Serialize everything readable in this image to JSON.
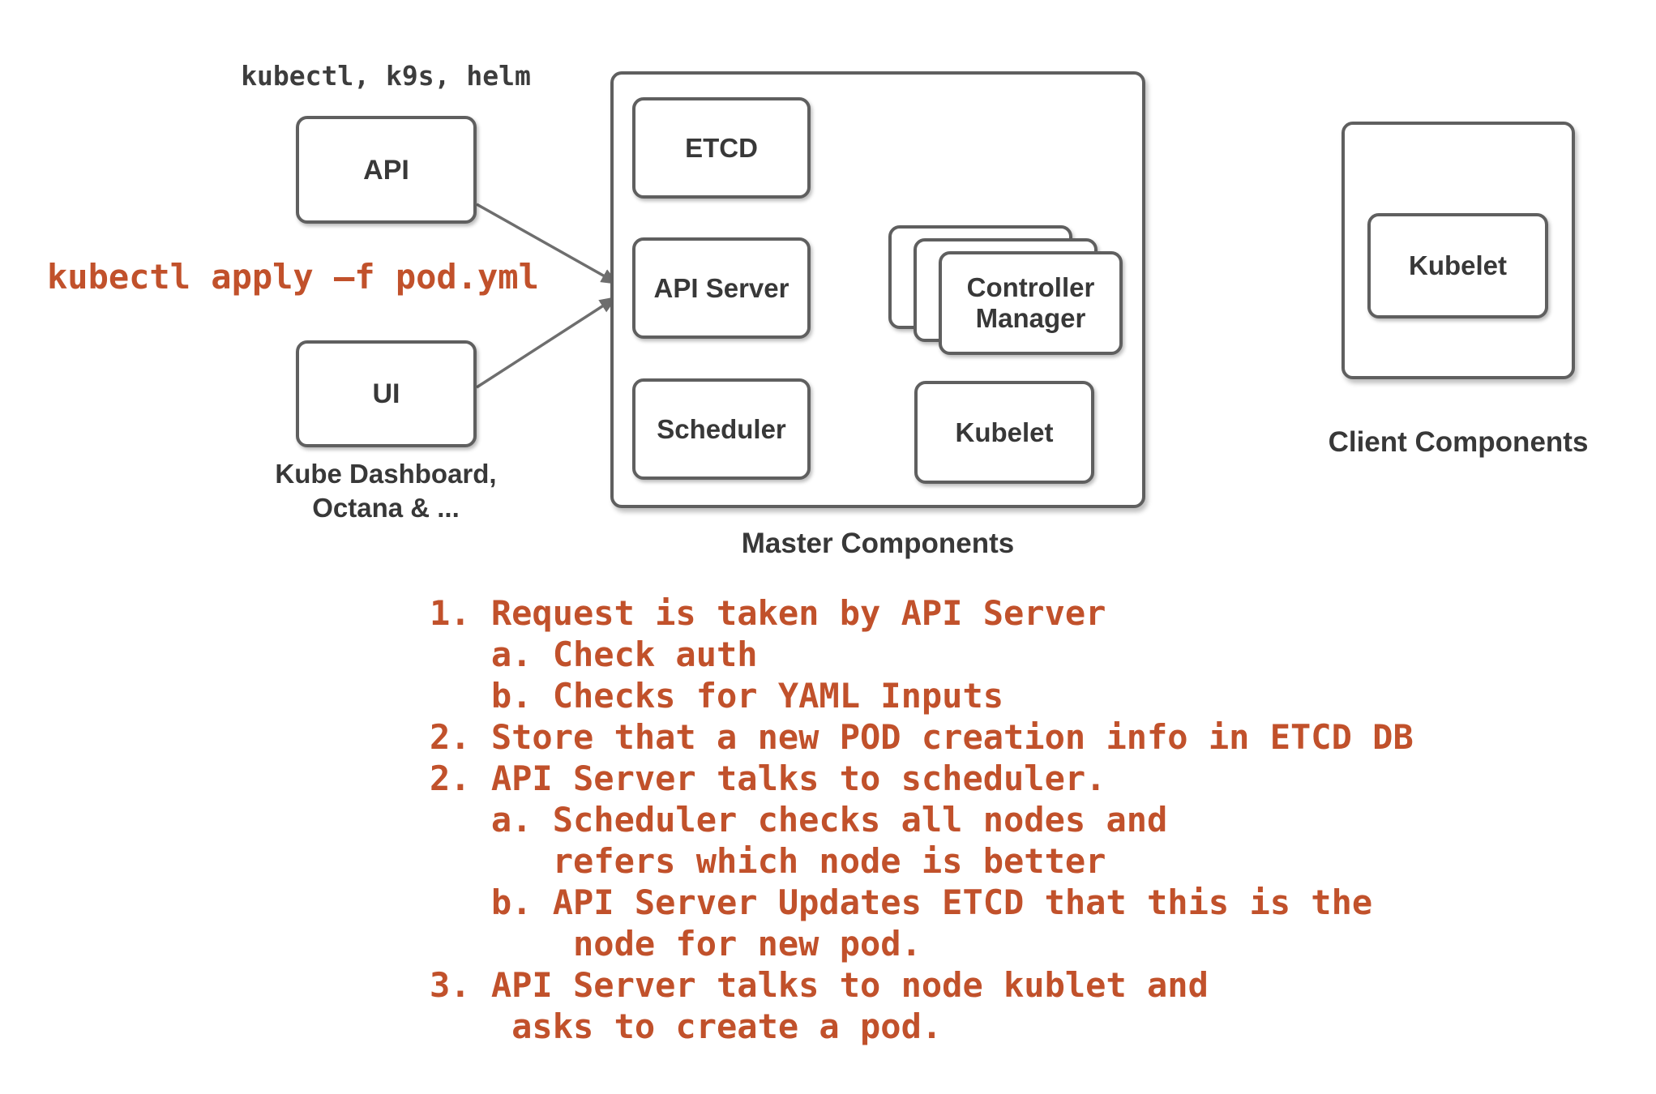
{
  "colors": {
    "background": "#ffffff",
    "ink": "#383838",
    "box_border": "#5f5f5f",
    "arrow": "#6e6e6e",
    "accent_orange": "#c1512b"
  },
  "client_tools": {
    "tools_label": "kubectl, k9s, helm",
    "api_box_label": "API",
    "ui_box_label": "UI",
    "ui_caption_line1": "Kube Dashboard,",
    "ui_caption_line2": "Octana & ...",
    "command": "kubectl apply —f pod.yml"
  },
  "master_components": {
    "title": "Master Components",
    "etcd_label": "ETCD",
    "api_server_label": "API Server",
    "scheduler_label": "Scheduler",
    "controller_manager_label": "Controller Manager",
    "kubelet_label": "Kubelet"
  },
  "client_components": {
    "title": "Client Components",
    "kubelet_label": "Kubelet"
  },
  "flow_notes": {
    "lines": [
      "1. Request is taken by API Server",
      "   a. Check auth",
      "   b. Checks for YAML Inputs",
      "2. Store that a new POD creation info in ETCD DB",
      "2. API Server talks to scheduler.",
      "   a. Scheduler checks all nodes and",
      "      refers which node is better",
      "   b. API Server Updates ETCD that this is the",
      "       node for new pod.",
      "3. API Server talks to node kublet and",
      "    asks to create a pod."
    ]
  }
}
